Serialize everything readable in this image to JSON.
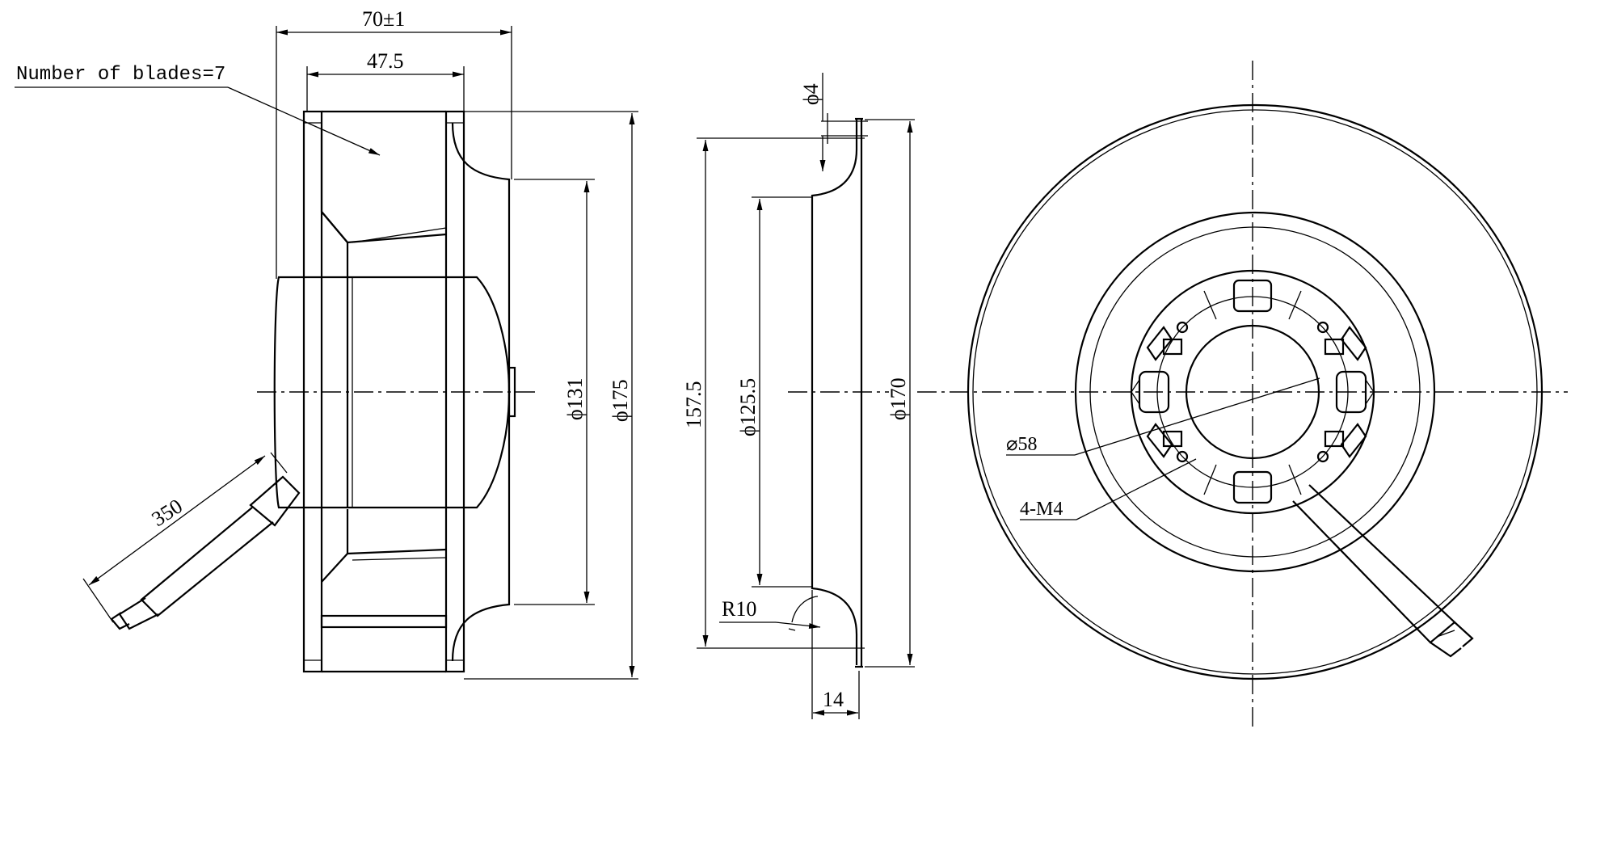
{
  "labels": {
    "blades_note": "Number of blades=7",
    "cable_length": "350",
    "hole_dia": "⌀58",
    "thread": "4-M4"
  },
  "dimensions": {
    "overall_depth": "70±1",
    "impeller_depth": "47.5",
    "inner_dia": "ϕ131",
    "outer_dia": "ϕ175",
    "flange_height": "157.5",
    "ring_inner": "ϕ125.5",
    "ring_outer": "ϕ170",
    "sheet_thickness": "ϕ4",
    "radius": "R10",
    "ring_width": "14"
  }
}
